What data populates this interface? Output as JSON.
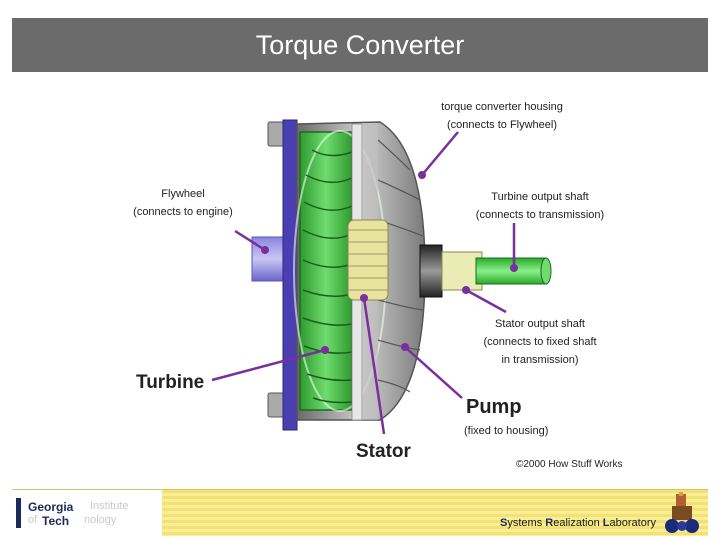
{
  "title": "Torque Converter",
  "labels": {
    "housing_line1": "torque converter housing",
    "housing_line2": "(connects to Flywheel)",
    "flywheel_line1": "Flywheel",
    "flywheel_line2": "(connects to engine)",
    "turbine_shaft_line1": "Turbine output shaft",
    "turbine_shaft_line2": "(connects to transmission)",
    "stator_shaft_line1": "Stator output shaft",
    "stator_shaft_line2": "(connects to fixed shaft",
    "stator_shaft_line3": "in transmission)",
    "turbine": "Turbine",
    "pump": "Pump",
    "pump_sub": "(fixed to housing)",
    "stator": "Stator",
    "copyright": "©2000 How Stuff Works"
  },
  "footer": {
    "logo_georgia": "Georgia",
    "logo_institute": "Institute",
    "logo_of": "of",
    "logo_tech": "Tech",
    "logo_nology": "nology",
    "lab_s": "S",
    "lab_ystems": "ystems ",
    "lab_r": "R",
    "lab_ealization": "ealization ",
    "lab_l": "L",
    "lab_aboratory": "aboratory"
  },
  "colors": {
    "title_bg": "#6b6b6b",
    "green": "#3fbf3f",
    "purple": "#7a2f9c",
    "housing_gray": "#9a9a9a",
    "flywheel_blue": "#4a3fb0"
  }
}
